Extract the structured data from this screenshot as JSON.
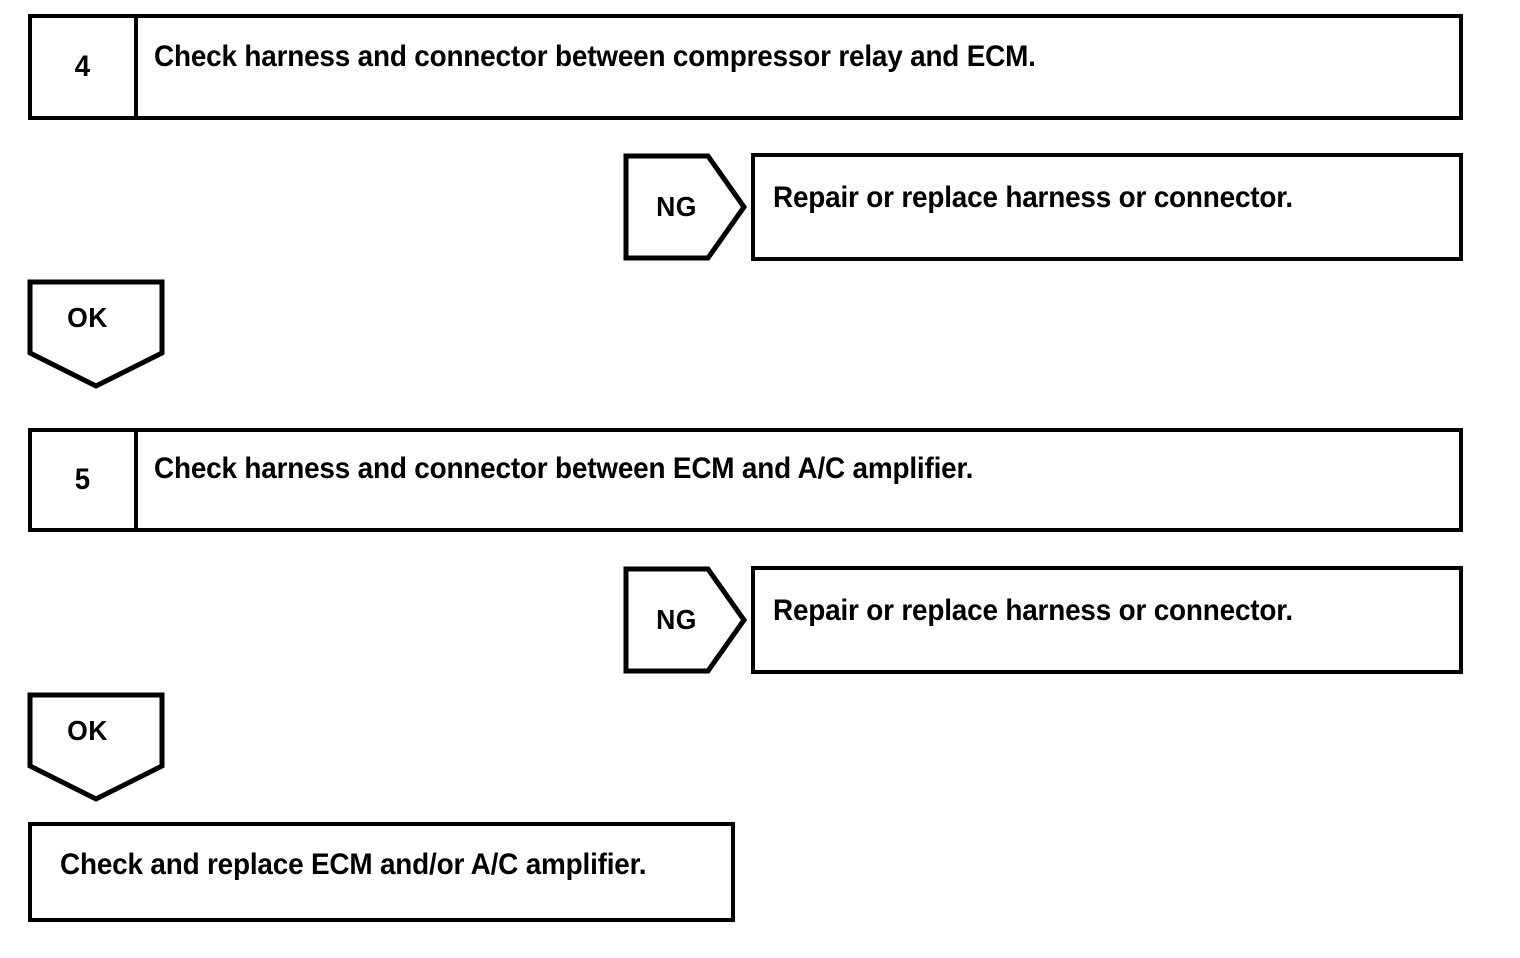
{
  "document": {
    "type": "diagnostic-flowchart",
    "title": "A/C compressor circuit troubleshooting flowchart",
    "colors": {
      "ink": "#000000",
      "paper": "#ffffff"
    }
  },
  "steps": [
    {
      "number": "4",
      "instruction": "Check harness and connector between compressor relay and ECM.",
      "ng": {
        "label": "NG",
        "result": "Repair or replace harness or connector."
      },
      "ok": {
        "label": "OK"
      }
    },
    {
      "number": "5",
      "instruction": "Check harness and connector between ECM and A/C amplifier.",
      "ng": {
        "label": "NG",
        "result": "Repair or replace harness or connector."
      },
      "ok": {
        "label": "OK"
      }
    }
  ],
  "conclusion": {
    "text": "Check and replace ECM and/or A/C amplifier."
  }
}
